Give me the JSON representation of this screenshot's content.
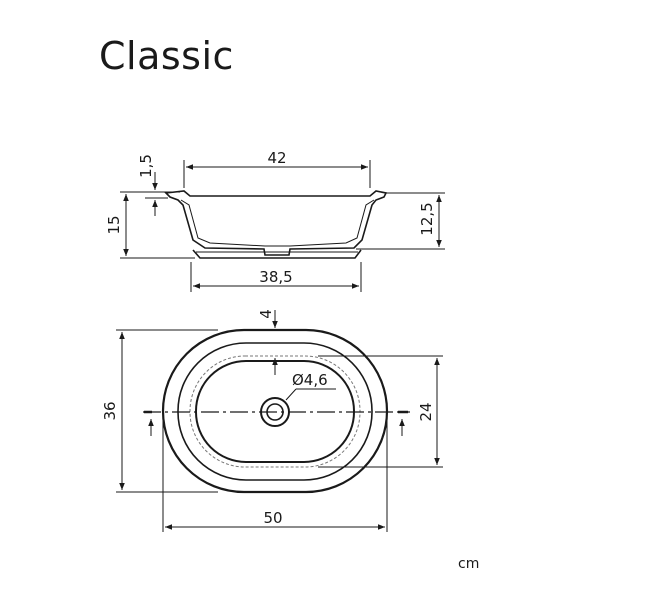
{
  "title": "Classic",
  "unit": "cm",
  "side_view": {
    "top_width": "42",
    "base_width": "38,5",
    "rim_thickness": "1,5",
    "total_height": "15",
    "bowl_height": "12,5"
  },
  "top_view": {
    "outer_width": "50",
    "outer_depth": "36",
    "inner_depth": "24",
    "rim_width": "4",
    "drain_diameter": "Ø4,6"
  }
}
